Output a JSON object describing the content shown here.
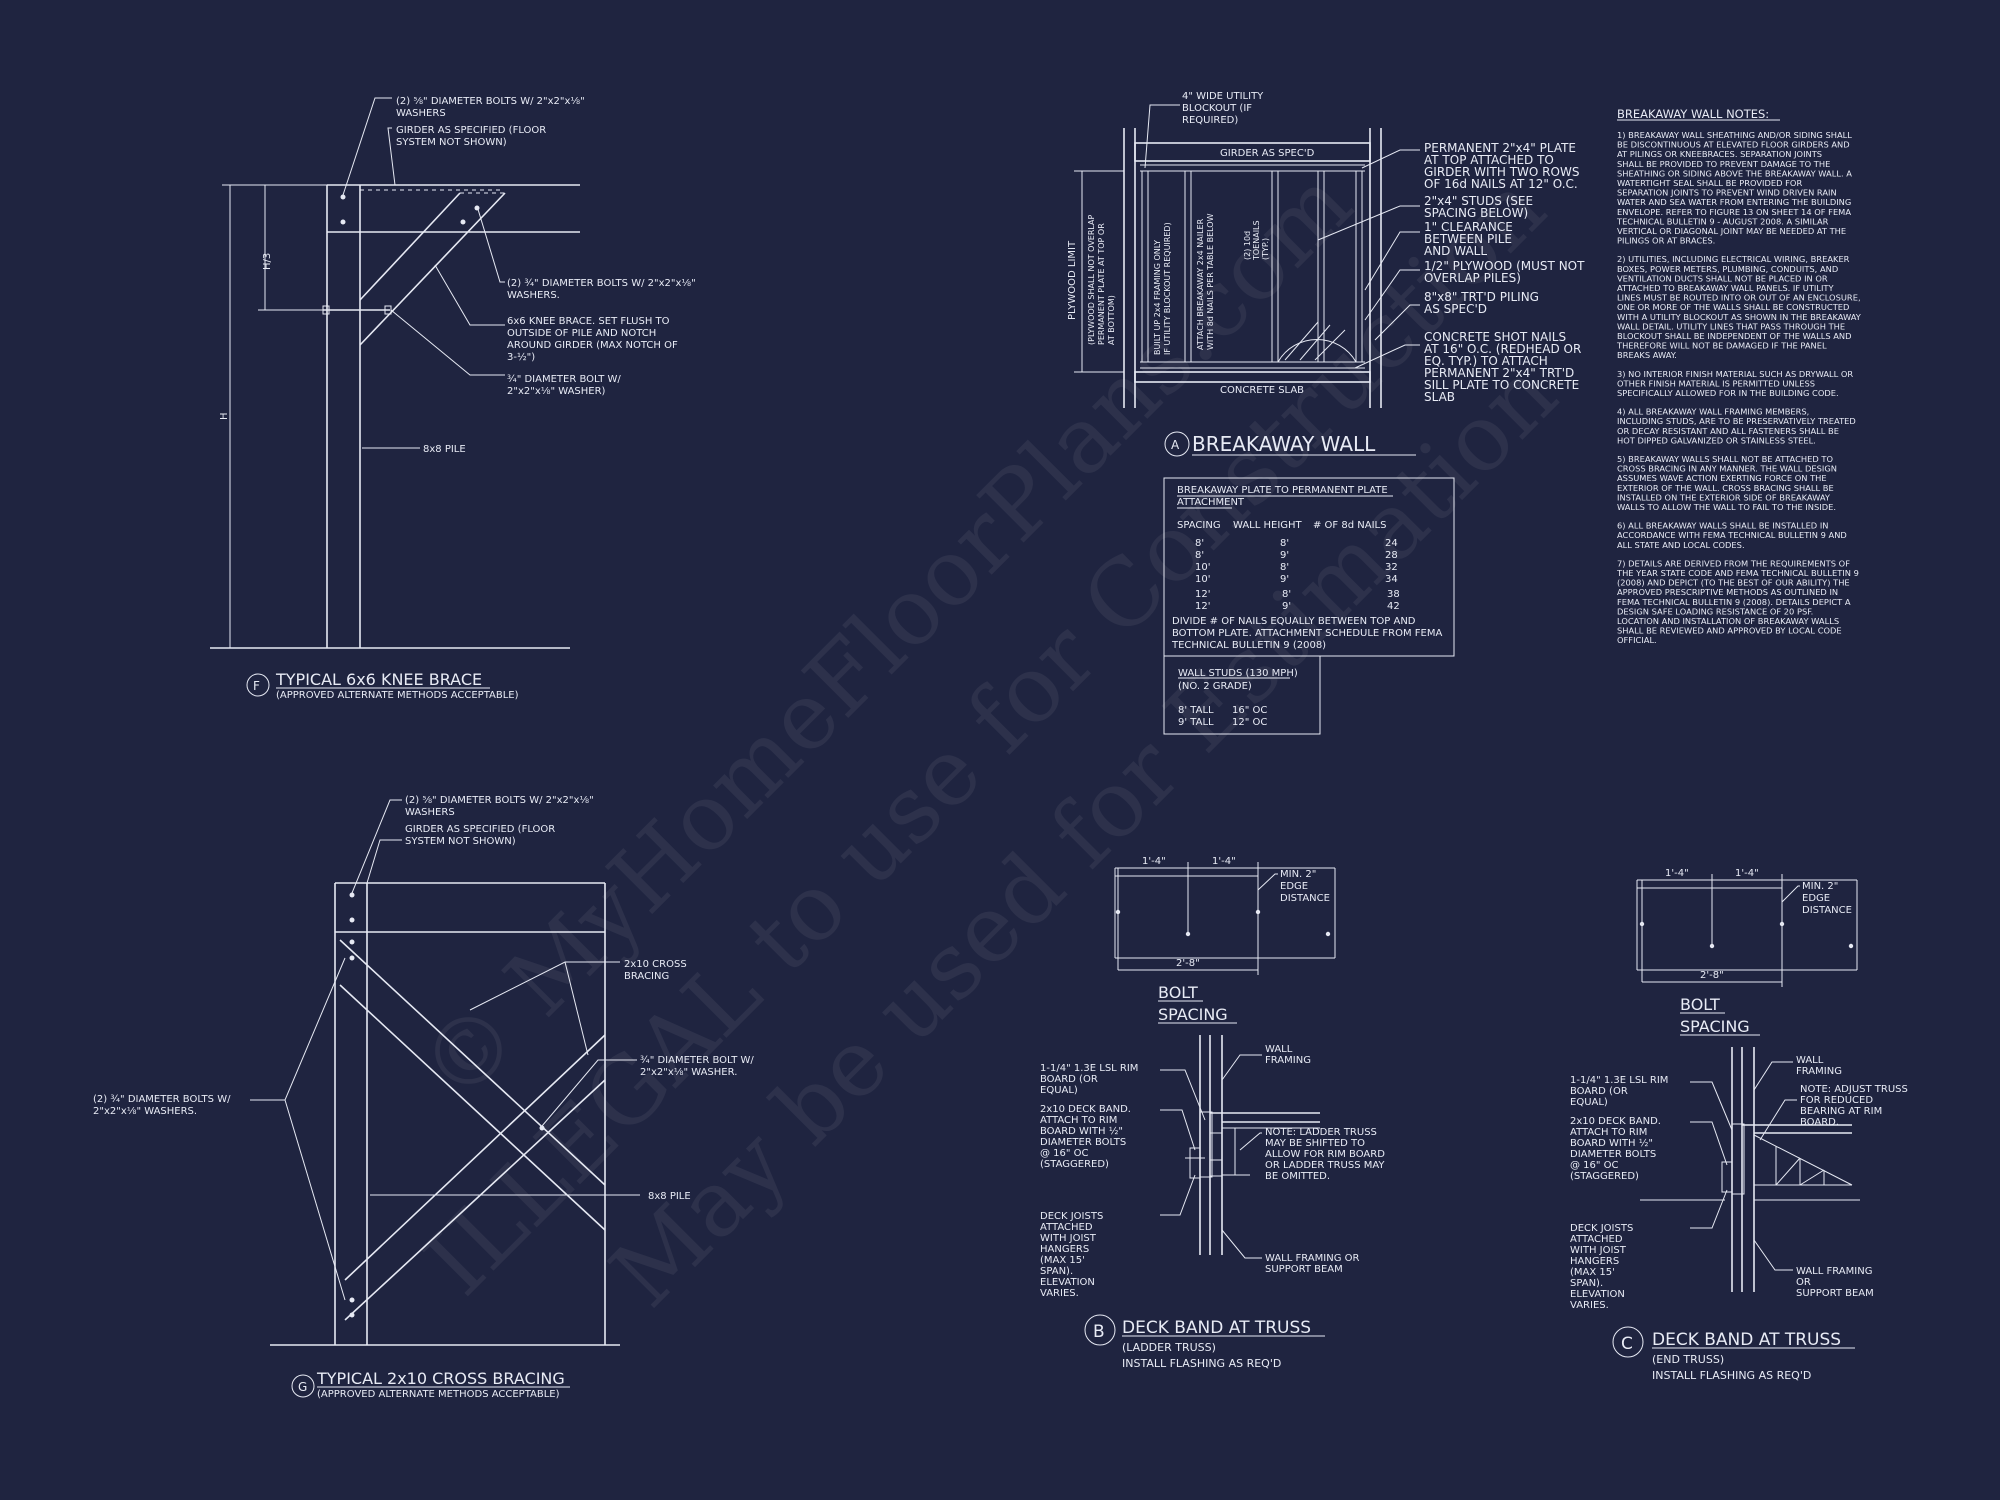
{
  "watermark": {
    "line1": "© MyHomeFloorPlans.com",
    "line2": "ILLEGAL to use for Construction",
    "line3": "May be used for Estimation"
  },
  "detail_f": {
    "callouts": [
      "(2) ⅝\" DIAMETER BOLTS W/ 2\"x2\"x⅛\"",
      "WASHERS",
      "GIRDER AS SPECIFIED (FLOOR",
      "SYSTEM NOT SHOWN)",
      "(2) ¾\" DIAMETER BOLTS W/ 2\"x2\"x⅛\"",
      "WASHERS.",
      "6x6 KNEE BRACE. SET FLUSH TO",
      "OUTSIDE OF PILE AND NOTCH",
      "AROUND GIRDER (MAX NOTCH OF",
      "3-½\")",
      "¾\" DIAMETER BOLT W/",
      "2\"x2\"x⅛\" WASHER)",
      "8x8 PILE"
    ],
    "dim_h3": "H/3",
    "dim_h": "H",
    "tag": "F",
    "title": "TYPICAL 6x6 KNEE BRACE",
    "subtitle": "(APPROVED ALTERNATE METHODS ACCEPTABLE)"
  },
  "detail_g": {
    "callouts": [
      "(2) ⅝\" DIAMETER BOLTS W/ 2\"x2\"x⅛\"",
      "WASHERS",
      "GIRDER AS SPECIFIED (FLOOR",
      "SYSTEM NOT SHOWN)",
      "2x10 CROSS",
      "BRACING",
      "¾\" DIAMETER BOLT W/",
      "2\"x2\"x⅛\" WASHER.",
      "(2) ¾\" DIAMETER BOLTS W/",
      "2\"x2\"x⅛\" WASHERS.",
      "8x8 PILE"
    ],
    "tag": "G",
    "title": "TYPICAL 2x10 CROSS BRACING",
    "subtitle": "(APPROVED ALTERNATE METHODS ACCEPTABLE)"
  },
  "detail_a": {
    "top_note": [
      "4\" WIDE UTILITY",
      "BLOCKOUT (IF",
      "REQUIRED)"
    ],
    "girder_label": "GIRDER AS SPEC'D",
    "slab_label": "CONCRETE SLAB",
    "left_vertical": [
      "PLYWOOD LIMIT",
      "(PLYWOOD SHALL NOT OVERLAP",
      "PERMANENT PLATE AT TOP OR",
      "AT BOTTOM)"
    ],
    "inner_vertical": [
      "BUILT UP 2x4 FRAMING ONLY",
      "IF UTILITY BLOCKOUT REQUIRED)",
      "ATTACH BREAKAWAY 2x4 NAILER",
      "WITH 8d NAILS PER TABLE BELOW",
      "(2) 10d",
      "TOENAILS",
      "(TYP.)"
    ],
    "right_notes": [
      "PERMANENT 2\"x4\" PLATE",
      "AT TOP ATTACHED TO",
      "GIRDER WITH TWO ROWS",
      "OF 16d NAILS AT 12\" O.C.",
      "2\"x4\" STUDS (SEE",
      "SPACING BELOW)",
      "1\" CLEARANCE",
      "BETWEEN PILE",
      "AND WALL",
      "1/2\" PLYWOOD (MUST NOT",
      "OVERLAP PILES)",
      "8\"x8\" TRT'D PILING",
      "AS SPEC'D",
      "CONCRETE SHOT NAILS",
      "AT 16\" O.C. (REDHEAD OR",
      "EQ. TYP.)  TO ATTACH",
      "PERMANENT 2\"x4\" TRT'D",
      "SILL PLATE TO CONCRETE",
      "SLAB"
    ],
    "tag": "A",
    "title": "BREAKAWAY WALL"
  },
  "nail_table": {
    "title": [
      "BREAKAWAY PLATE TO PERMANENT PLATE",
      "ATTACHMENT"
    ],
    "headers": [
      "SPACING",
      "WALL HEIGHT",
      "# OF 8d NAILS"
    ],
    "rows": [
      [
        "8'",
        "8'",
        "24"
      ],
      [
        "8'",
        "9'",
        "28"
      ],
      [
        "10'",
        "8'",
        "32"
      ],
      [
        "10'",
        "9'",
        "34"
      ],
      [
        "12'",
        "8'",
        "38"
      ],
      [
        "12'",
        "9'",
        "42"
      ]
    ],
    "note": [
      "DIVIDE # OF NAILS EQUALLY BETWEEN TOP AND",
      "BOTTOM PLATE. ATTACHMENT SCHEDULE FROM FEMA",
      "TECHNICAL BULLETIN 9 (2008)"
    ]
  },
  "studs_table": {
    "title": "WALL STUDS (130 MPH)",
    "subtitle": "(NO. 2 GRADE)",
    "rows": [
      [
        "8' TALL",
        "16\" OC"
      ],
      [
        "9' TALL",
        "12\" OC"
      ]
    ]
  },
  "notes": {
    "title": "BREAKAWAY WALL NOTES:",
    "paragraphs": [
      [
        "1)  BREAKAWAY WALL SHEATHING AND/OR SIDING SHALL",
        "BE DISCONTINUOUS AT ELEVATED FLOOR GIRDERS AND",
        "AT PILINGS OR KNEEBRACES. SEPARATION JOINTS",
        "SHALL BE PROVIDED TO PREVENT DAMAGE TO THE",
        "SHEATHING OR SIDING ABOVE THE BREAKAWAY WALL.  A",
        "WATERTIGHT SEAL SHALL BE PROVIDED FOR",
        "SEPARATION JOINTS TO PREVENT WIND DRIVEN RAIN",
        "WATER AND SEA WATER FROM ENTERING THE BUILDING",
        "ENVELOPE.  REFER TO FIGURE 13 ON SHEET 14 OF FEMA",
        "TECHNICAL BULLETIN 9 - AUGUST 2008.  A SIMILAR",
        "VERTICAL OR DIAGONAL JOINT MAY BE NEEDED AT THE",
        "PILINGS OR AT BRACES."
      ],
      [
        "2)  UTILITIES, INCLUDING ELECTRICAL WIRING, BREAKER",
        "BOXES, POWER METERS, PLUMBING, CONDUITS, AND",
        "VENTILATION DUCTS SHALL NOT BE PLACED IN OR",
        "ATTACHED TO BREAKAWAY WALL PANELS.  IF UTILITY",
        "LINES MUST BE ROUTED INTO OR OUT OF AN ENCLOSURE,",
        "ONE OR MORE OF THE WALLS SHALL BE CONSTRUCTED",
        "WITH A UTILITY BLOCKOUT AS SHOWN IN THE BREAKAWAY",
        "WALL DETAIL.  UTILITY LINES THAT PASS THROUGH THE",
        "BLOCKOUT SHALL BE INDEPENDENT OF THE WALLS AND",
        "THEREFORE WILL NOT BE DAMAGED IF THE PANEL",
        "BREAKS AWAY."
      ],
      [
        "3)  NO INTERIOR FINISH MATERIAL SUCH AS DRYWALL OR",
        "OTHER FINISH MATERIAL IS PERMITTED UNLESS",
        "SPECIFICALLY ALLOWED FOR IN THE BUILDING CODE."
      ],
      [
        "4)  ALL BREAKAWAY WALL FRAMING MEMBERS,",
        "INCLUDING STUDS, ARE TO BE PRESERVATIVELY TREATED",
        "OR DECAY RESISTANT AND ALL FASTENERS SHALL BE",
        "HOT DIPPED GALVANIZED OR STAINLESS STEEL."
      ],
      [
        "5)  BREAKAWAY WALLS SHALL NOT BE ATTACHED TO",
        "CROSS BRACING IN ANY MANNER.  THE WALL DESIGN",
        "ASSUMES WAVE ACTION EXERTING FORCE ON THE",
        "EXTERIOR OF THE WALL. CROSS BRACING SHALL BE",
        "INSTALLED ON THE EXTERIOR SIDE OF BREAKAWAY",
        "WALLS TO ALLOW THE WALL TO FAIL TO THE INSIDE."
      ],
      [
        "6)  ALL BREAKAWAY WALLS SHALL BE INSTALLED IN",
        "ACCORDANCE WITH FEMA TECHNICAL BULLETIN 9 AND",
        "ALL STATE AND LOCAL CODES."
      ],
      [
        "7)  DETAILS ARE DERIVED FROM THE REQUIREMENTS OF",
        "THE YEAR STATE CODE AND FEMA TECHNICAL BULLETIN 9",
        "(2008) AND DEPICT (TO THE BEST OF OUR ABILITY) THE",
        "APPROVED PRESCRIPTIVE METHODS AS OUTLINED IN",
        "FEMA TECHNICAL BULLETIN 9 (2008). DETAILS DEPICT A",
        "DESIGN SAFE LOADING RESISTANCE OF 20 PSF.",
        "LOCATION AND INSTALLATION OF BREAKAWAY WALLS",
        "SHALL BE REVIEWED AND APPROVED BY LOCAL CODE",
        "OFFICIAL."
      ]
    ]
  },
  "bolt_b": {
    "dim1": "1'-4\"",
    "dim2": "1'-4\"",
    "dim3": "2'-8\"",
    "edge": [
      "MIN. 2\"",
      "EDGE",
      "DISTANCE"
    ],
    "title": [
      "BOLT",
      "SPACING"
    ]
  },
  "bolt_c": {
    "dim1": "1'-4\"",
    "dim2": "1'-4\"",
    "dim3": "2'-8\"",
    "edge": [
      "MIN. 2\"",
      "EDGE",
      "DISTANCE"
    ],
    "title": [
      "BOLT",
      "SPACING"
    ]
  },
  "detail_b": {
    "left_notes": [
      "1-1/4\" 1.3E LSL RIM",
      "BOARD (OR",
      "EQUAL)",
      "2x10 DECK BAND.",
      "ATTACH TO RIM",
      "BOARD WITH ½\"",
      "DIAMETER BOLTS",
      "@ 16\" OC",
      "(STAGGERED)",
      "DECK JOISTS",
      "ATTACHED",
      "WITH JOIST",
      "HANGERS",
      "(MAX 15'",
      "SPAN).",
      "ELEVATION",
      "VARIES."
    ],
    "right_notes": [
      "WALL",
      "FRAMING",
      "NOTE: LADDER TRUSS",
      "MAY BE SHIFTED TO",
      "ALLOW FOR RIM BOARD",
      "OR LADDER TRUSS MAY",
      "BE OMITTED.",
      "WALL FRAMING OR",
      "SUPPORT BEAM"
    ],
    "tag": "B",
    "title": "DECK BAND AT TRUSS",
    "sub1": "(LADDER TRUSS)",
    "sub2": "INSTALL FLASHING AS REQ'D"
  },
  "detail_c": {
    "left_notes": [
      "1-1/4\" 1.3E LSL RIM",
      "BOARD (OR",
      "EQUAL)",
      "2x10 DECK BAND.",
      "ATTACH TO RIM",
      "BOARD WITH ½\"",
      "DIAMETER BOLTS",
      "@ 16\" OC",
      "(STAGGERED)",
      "DECK JOISTS",
      "ATTACHED",
      "WITH JOIST",
      "HANGERS",
      "(MAX 15'",
      "SPAN).",
      "ELEVATION",
      "VARIES."
    ],
    "right_notes": [
      "WALL",
      "FRAMING",
      "NOTE: ADJUST TRUSS",
      "FOR REDUCED",
      "BEARING AT RIM",
      "BOARD.",
      "WALL FRAMING",
      "OR",
      "SUPPORT BEAM"
    ],
    "tag": "C",
    "title": "DECK BAND AT TRUSS",
    "sub1": "(END TRUSS)",
    "sub2": "INSTALL FLASHING AS REQ'D"
  }
}
